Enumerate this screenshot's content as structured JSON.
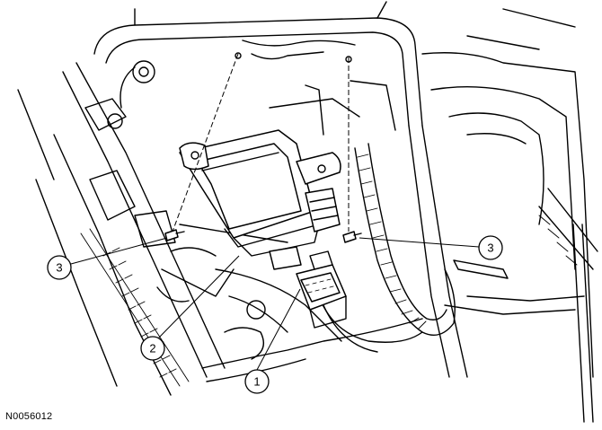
{
  "figure": {
    "id": "N0056012"
  },
  "callouts": [
    {
      "number": "1"
    },
    {
      "number": "2"
    },
    {
      "number": "3"
    },
    {
      "number": "3"
    }
  ]
}
